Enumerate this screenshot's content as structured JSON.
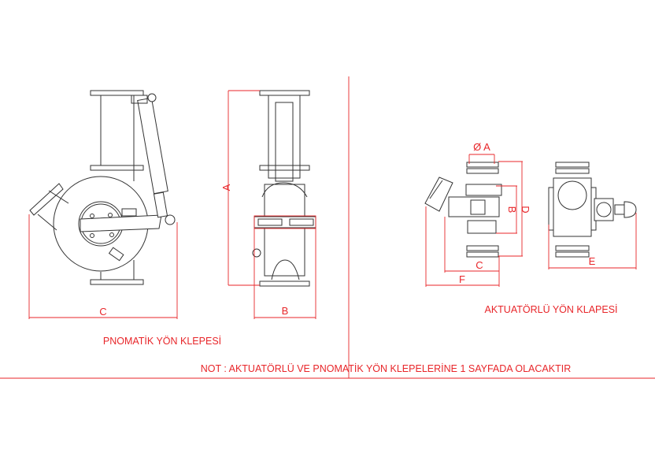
{
  "pneumatic": {
    "title": "PNOMATİK YÖN KLEPESİ",
    "dim_c": "C",
    "dim_a": "A",
    "dim_b": "B"
  },
  "actuated": {
    "title": "AKTUATÖRLÜ YÖN KLAPESİ",
    "dim_diameter_a": "Ø A",
    "dim_b": "B",
    "dim_d": "D",
    "dim_c": "C",
    "dim_f": "F",
    "dim_e": "E"
  },
  "note": "NOT : AKTUATÖRLÜ VE PNOMATİK  YÖN KLEPELERİNE 1 SAYFADA OLACAKTIR",
  "colors": {
    "dimension": "#e8262a",
    "outline": "#333333"
  }
}
